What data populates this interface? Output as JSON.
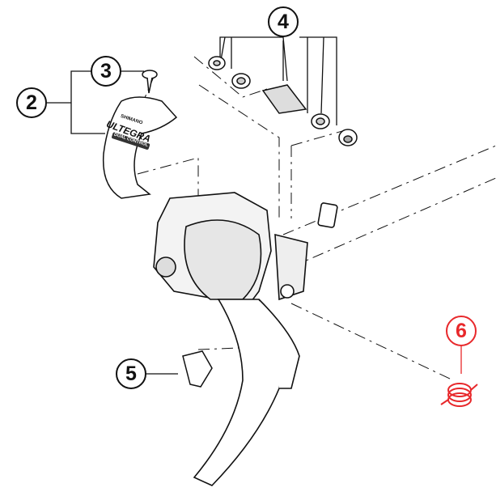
{
  "callouts": [
    {
      "label": "2",
      "part": "cover"
    },
    {
      "label": "3",
      "part": "screw"
    },
    {
      "label": "4",
      "part": "washers-and-pivot"
    },
    {
      "label": "5",
      "part": "small-clip"
    },
    {
      "label": "6",
      "part": "spring"
    }
  ],
  "logo_text": [
    "SHIMANO",
    "ULTEGRA",
    "DUAL CONTROL"
  ],
  "colors": {
    "line": "#111111",
    "highlight": "#e8282b",
    "part_fill": "#ffffff",
    "shade": "#cfcfcf"
  }
}
